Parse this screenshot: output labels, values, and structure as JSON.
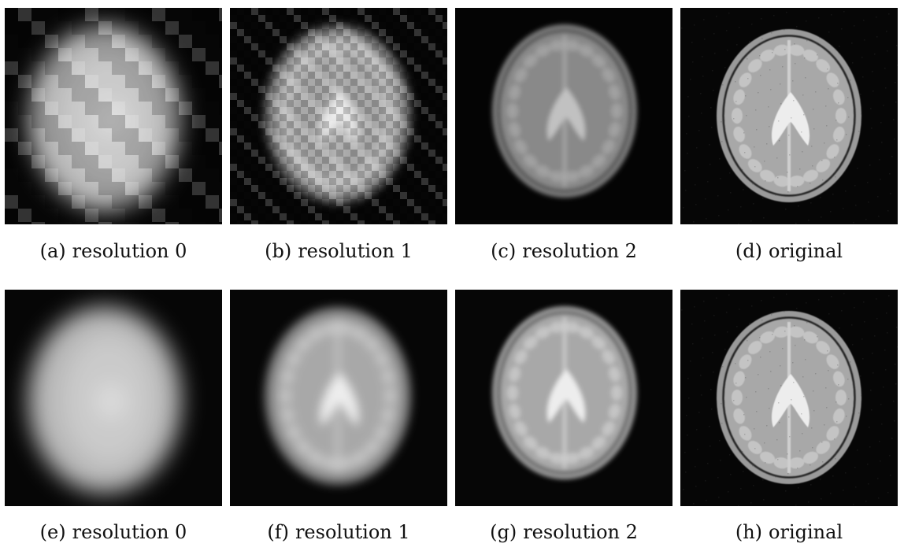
{
  "figure": {
    "rows": [
      {
        "panels": [
          {
            "tag": "(a)",
            "caption": "resolution 0",
            "style": "pixelated",
            "level": 0
          },
          {
            "tag": "(b)",
            "caption": "resolution 1",
            "style": "pixelated",
            "level": 1
          },
          {
            "tag": "(c)",
            "caption": "resolution 2",
            "style": "pixelated",
            "level": 2
          },
          {
            "tag": "(d)",
            "caption": "original",
            "style": "pixelated",
            "level": 3
          }
        ]
      },
      {
        "panels": [
          {
            "tag": "(e)",
            "caption": "resolution 0",
            "style": "smoothed",
            "level": 0
          },
          {
            "tag": "(f)",
            "caption": "resolution 1",
            "style": "smoothed",
            "level": 1
          },
          {
            "tag": "(g)",
            "caption": "resolution 2",
            "style": "smoothed",
            "level": 2
          },
          {
            "tag": "(h)",
            "caption": "original",
            "style": "smoothed",
            "level": 3
          }
        ]
      }
    ]
  }
}
